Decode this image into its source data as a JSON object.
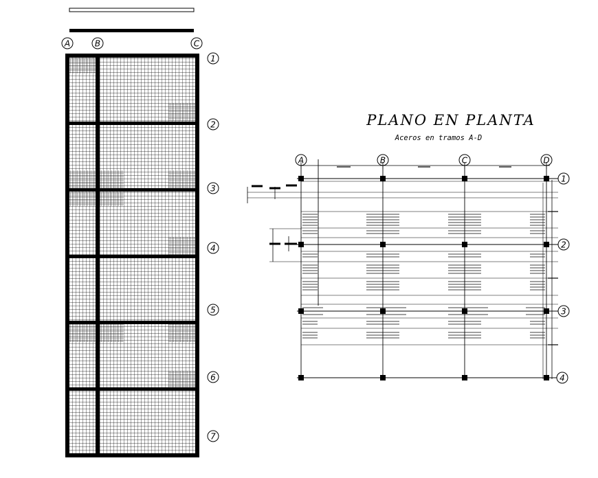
{
  "drawing": {
    "title": "PLANO EN PLANTA",
    "subtitle": "Aceros en tramos A-D"
  },
  "left_plan": {
    "col_axes": [
      "A",
      "B",
      "C"
    ],
    "row_axes": [
      "1",
      "2",
      "3",
      "4",
      "5",
      "6",
      "7"
    ]
  },
  "right_plan": {
    "col_axes": [
      "A",
      "B",
      "C",
      "D"
    ],
    "row_axes": [
      "1",
      "2",
      "3",
      "4"
    ]
  },
  "colors": {
    "ink": "#000000",
    "paper": "#ffffff"
  }
}
